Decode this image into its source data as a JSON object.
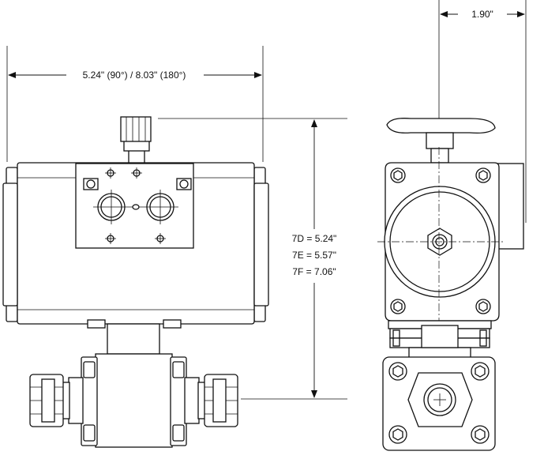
{
  "dimensions": {
    "width_label": "5.24\" (90°) / 8.03\" (180°)",
    "depth_label": "1.90\"",
    "height_labels": [
      "7D = 5.24\"",
      "7E = 5.57\"",
      "7F = 7.06\""
    ]
  },
  "colors": {
    "line": "#111111",
    "background": "#ffffff"
  }
}
